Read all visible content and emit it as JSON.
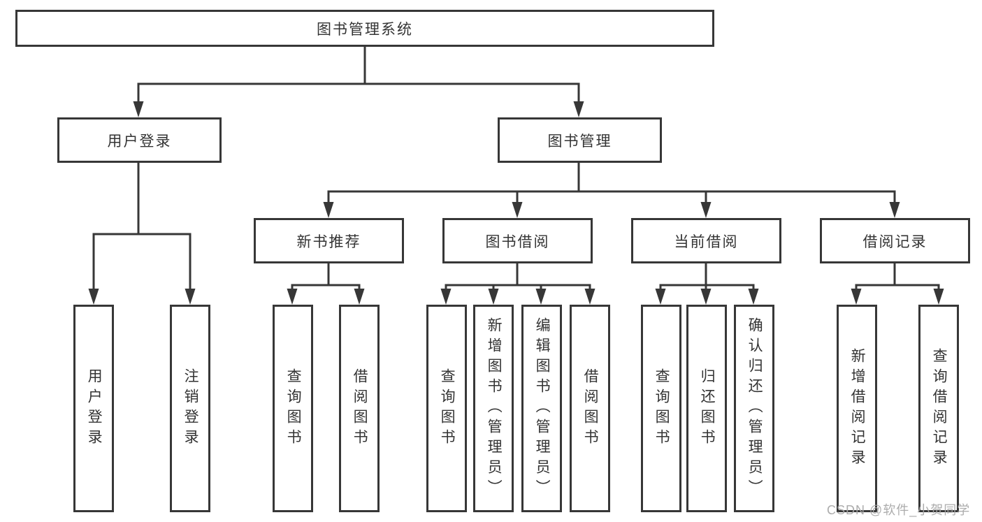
{
  "diagram": {
    "root": "图书管理系统",
    "level1": [
      "用户登录",
      "图书管理"
    ],
    "level2": [
      "新书推荐",
      "图书借阅",
      "当前借阅",
      "借阅记录"
    ],
    "leaves": [
      "用户登录",
      "注销登录",
      "查询图书",
      "借阅图书",
      "查询图书",
      "新增图书（管理员）",
      "编辑图书（管理员）",
      "借阅图书",
      "查询图书",
      "归还图书",
      "确认归还（管理员）",
      "新增借阅记录",
      "查询借阅记录"
    ]
  },
  "watermark": "CSDN @软件_小贺同学",
  "colors": {
    "line": "#373737",
    "text": "#333333",
    "background": "#ffffff",
    "watermark": "#a8a8a8"
  }
}
